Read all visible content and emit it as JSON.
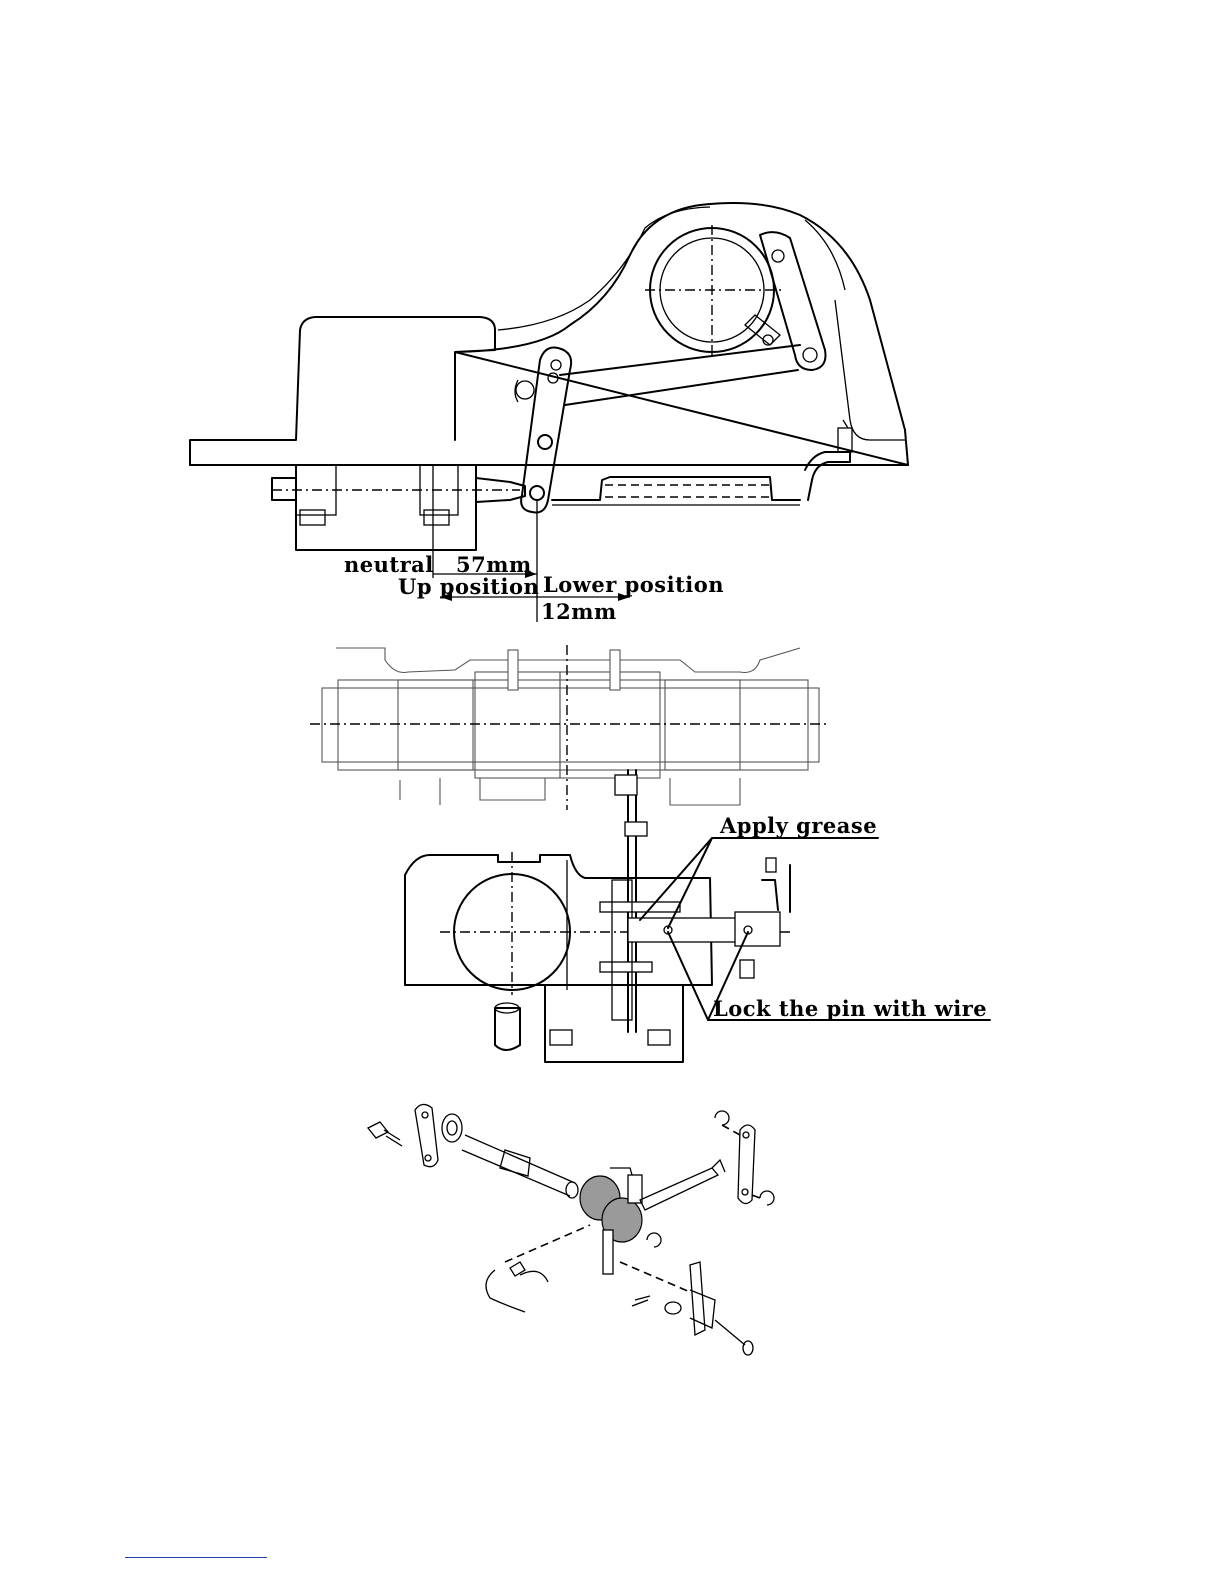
{
  "figure1": {
    "labels": {
      "neutral": "neutral",
      "dim_57": "57mm",
      "up_position": "Up position",
      "lower_position": "Lower position",
      "dim_12": "12mm"
    }
  },
  "figure2": {
    "labels": {
      "apply_grease": "Apply grease",
      "lock_pin": "Lock the pin with wire"
    }
  }
}
